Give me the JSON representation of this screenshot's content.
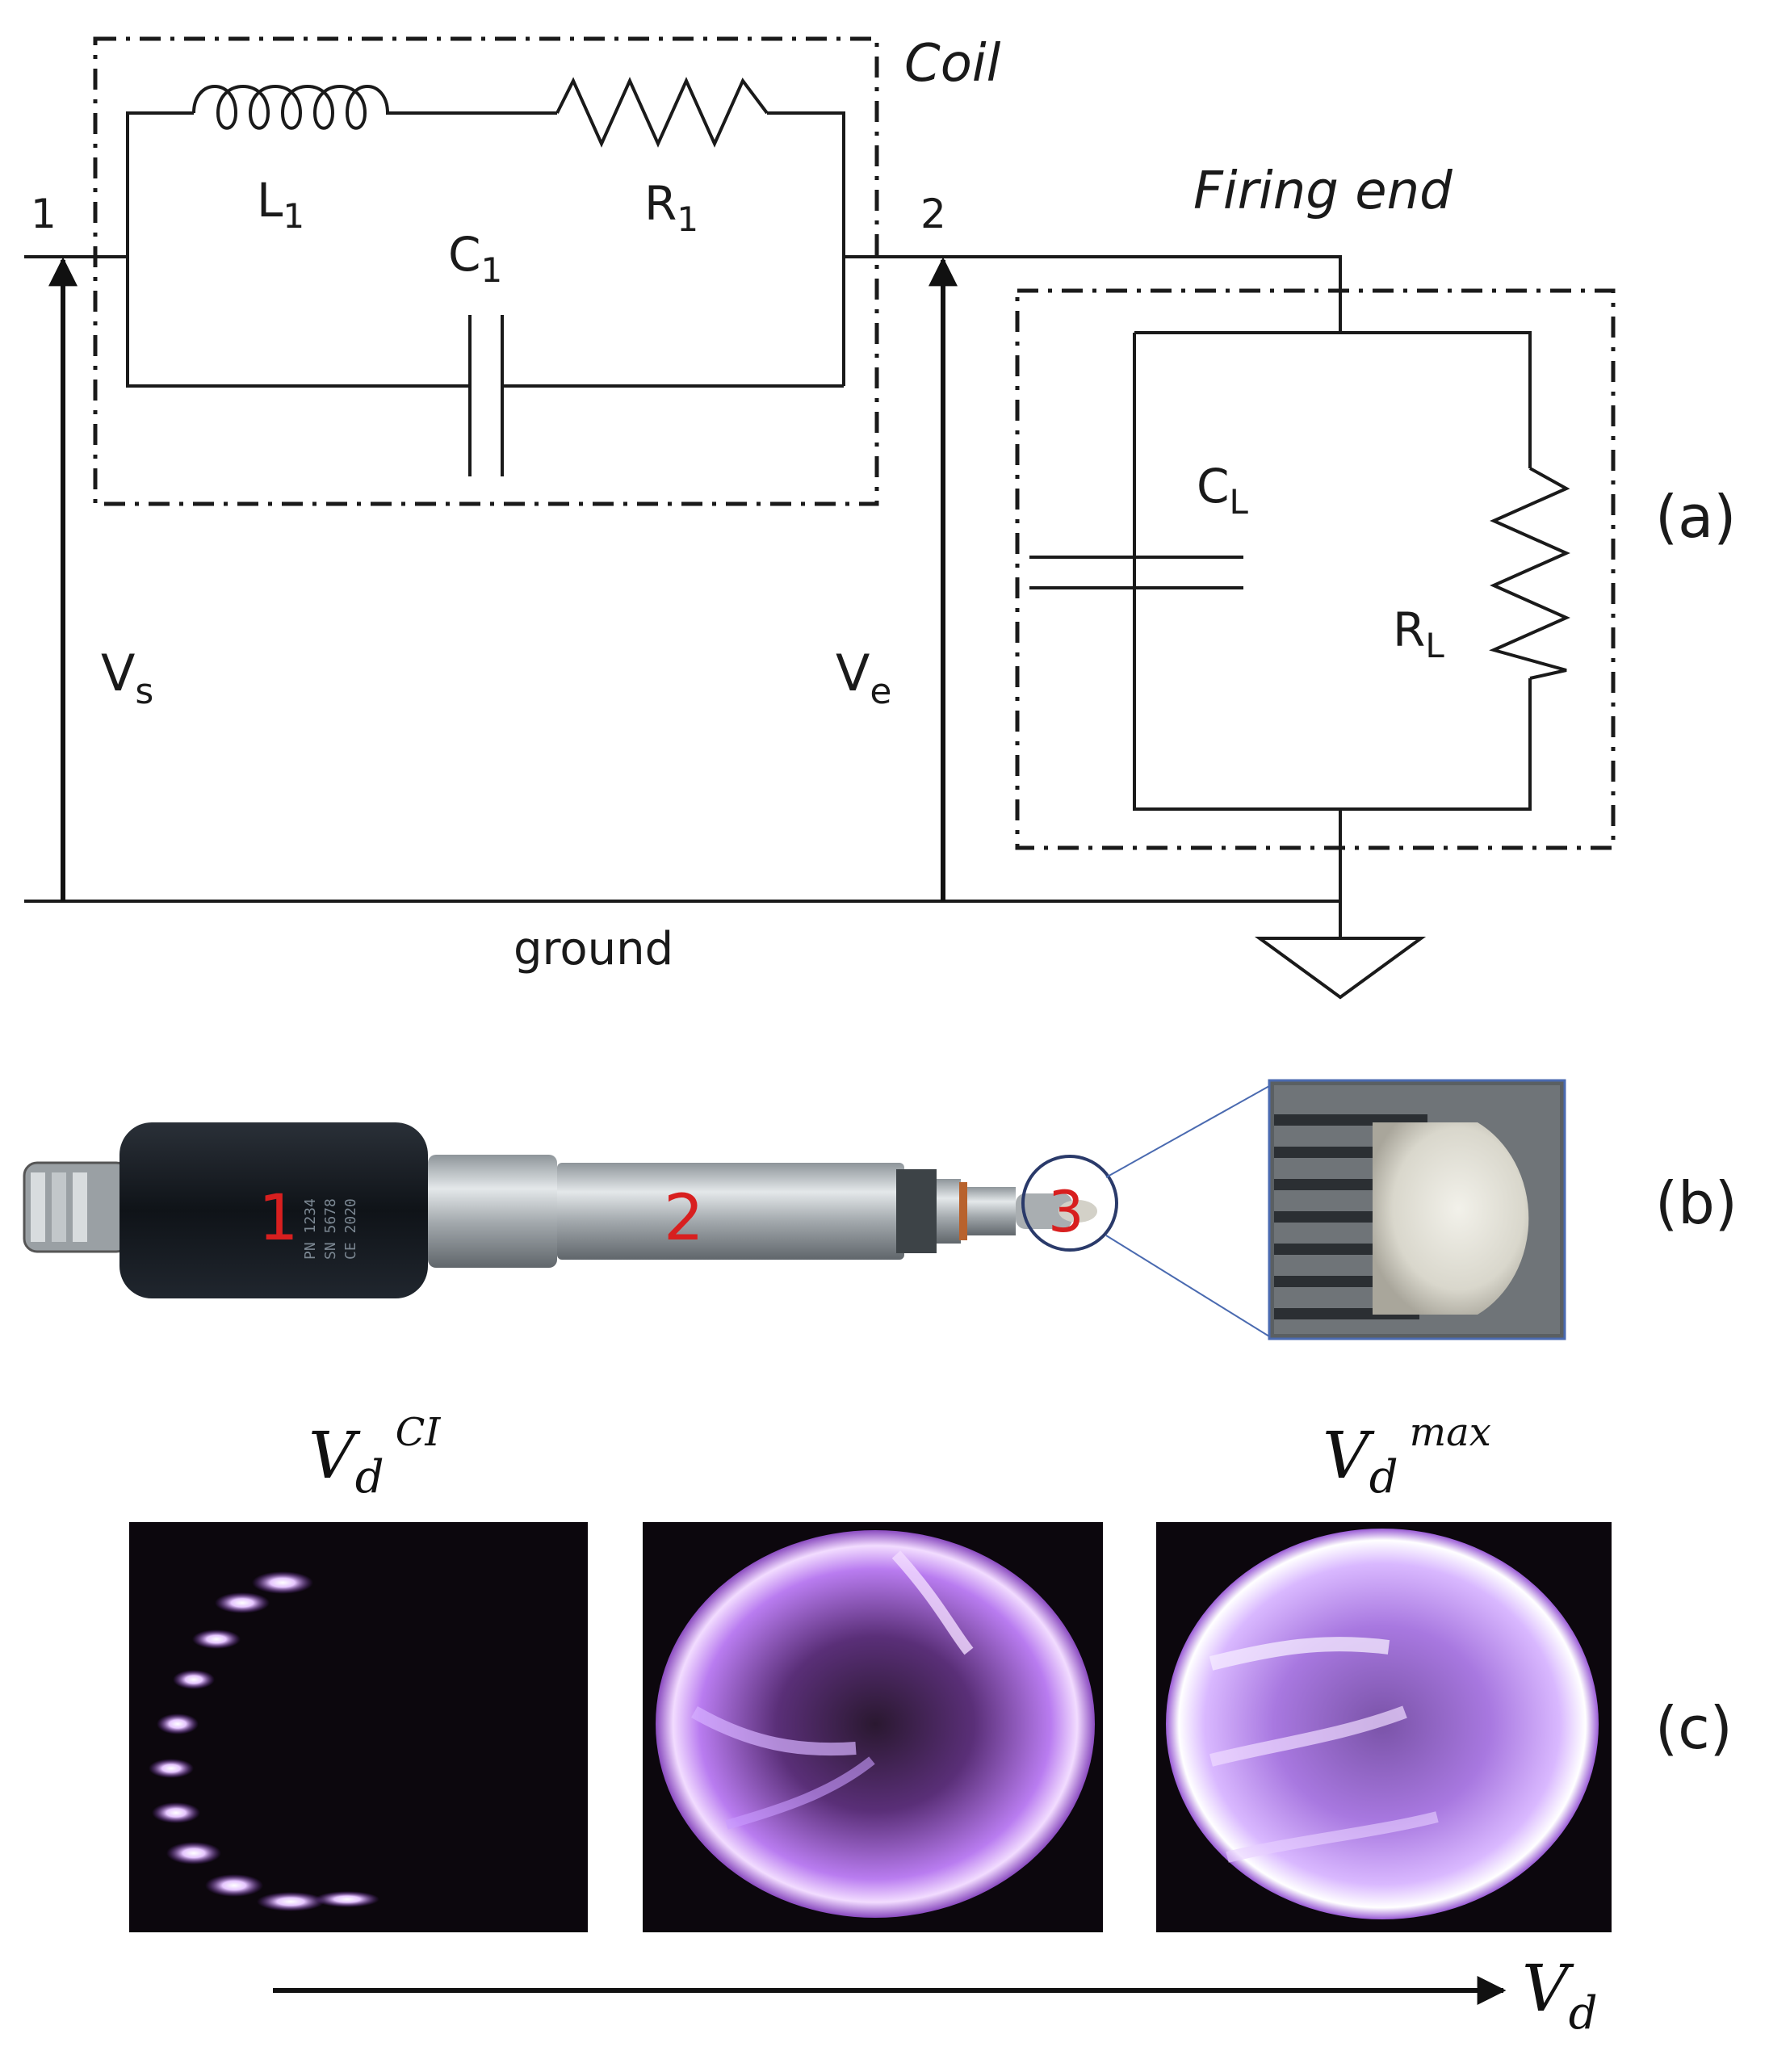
{
  "panel_a": {
    "box_coil": "Coil",
    "box_firing": "Firing end",
    "node_1": "1",
    "node_2": "2",
    "L1": {
      "main": "L",
      "sub": "1"
    },
    "R1": {
      "main": "R",
      "sub": "1"
    },
    "C1": {
      "main": "C",
      "sub": "1"
    },
    "CL": {
      "main": "C",
      "sub": "L"
    },
    "RL": {
      "main": "R",
      "sub": "L"
    },
    "Vs": {
      "main": "V",
      "sub": "s"
    },
    "Ve": {
      "main": "V",
      "sub": "e"
    },
    "ground": "ground",
    "tag": "(a)"
  },
  "panel_b": {
    "part_1": "1",
    "part_2": "2",
    "part_3": "3",
    "tag": "(b)"
  },
  "panel_c": {
    "label_left": {
      "main": "V",
      "sub": "d",
      "sup": "CI"
    },
    "label_right": {
      "main": "V",
      "sub": "d",
      "sup": "max"
    },
    "axis": {
      "main": "V",
      "sub": "d"
    },
    "tag": "(c)"
  },
  "colors": {
    "line": "#1a1a1a",
    "plasma": "#c77dff",
    "marker": "#d81f1f",
    "photo_bg": "#0c070d"
  }
}
